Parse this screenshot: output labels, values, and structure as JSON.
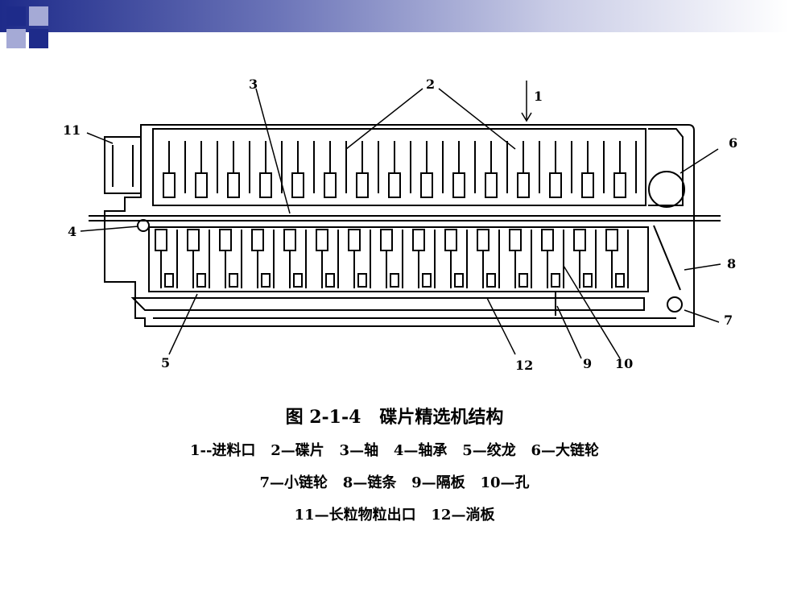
{
  "figure": {
    "caption_title": "图 2-1-4   碟片精选机结构",
    "caption_lines": [
      "1--进料口   2—碟片   3—轴   4—轴承   5—绞龙   6—大链轮",
      "7—小链轮   8—链条   9—隔板   10—孔",
      "11—长粒物粒出口   12—淌板"
    ],
    "part_numbers": [
      "1",
      "2",
      "3",
      "4",
      "5",
      "6",
      "7",
      "8",
      "9",
      "10",
      "11",
      "12"
    ]
  }
}
